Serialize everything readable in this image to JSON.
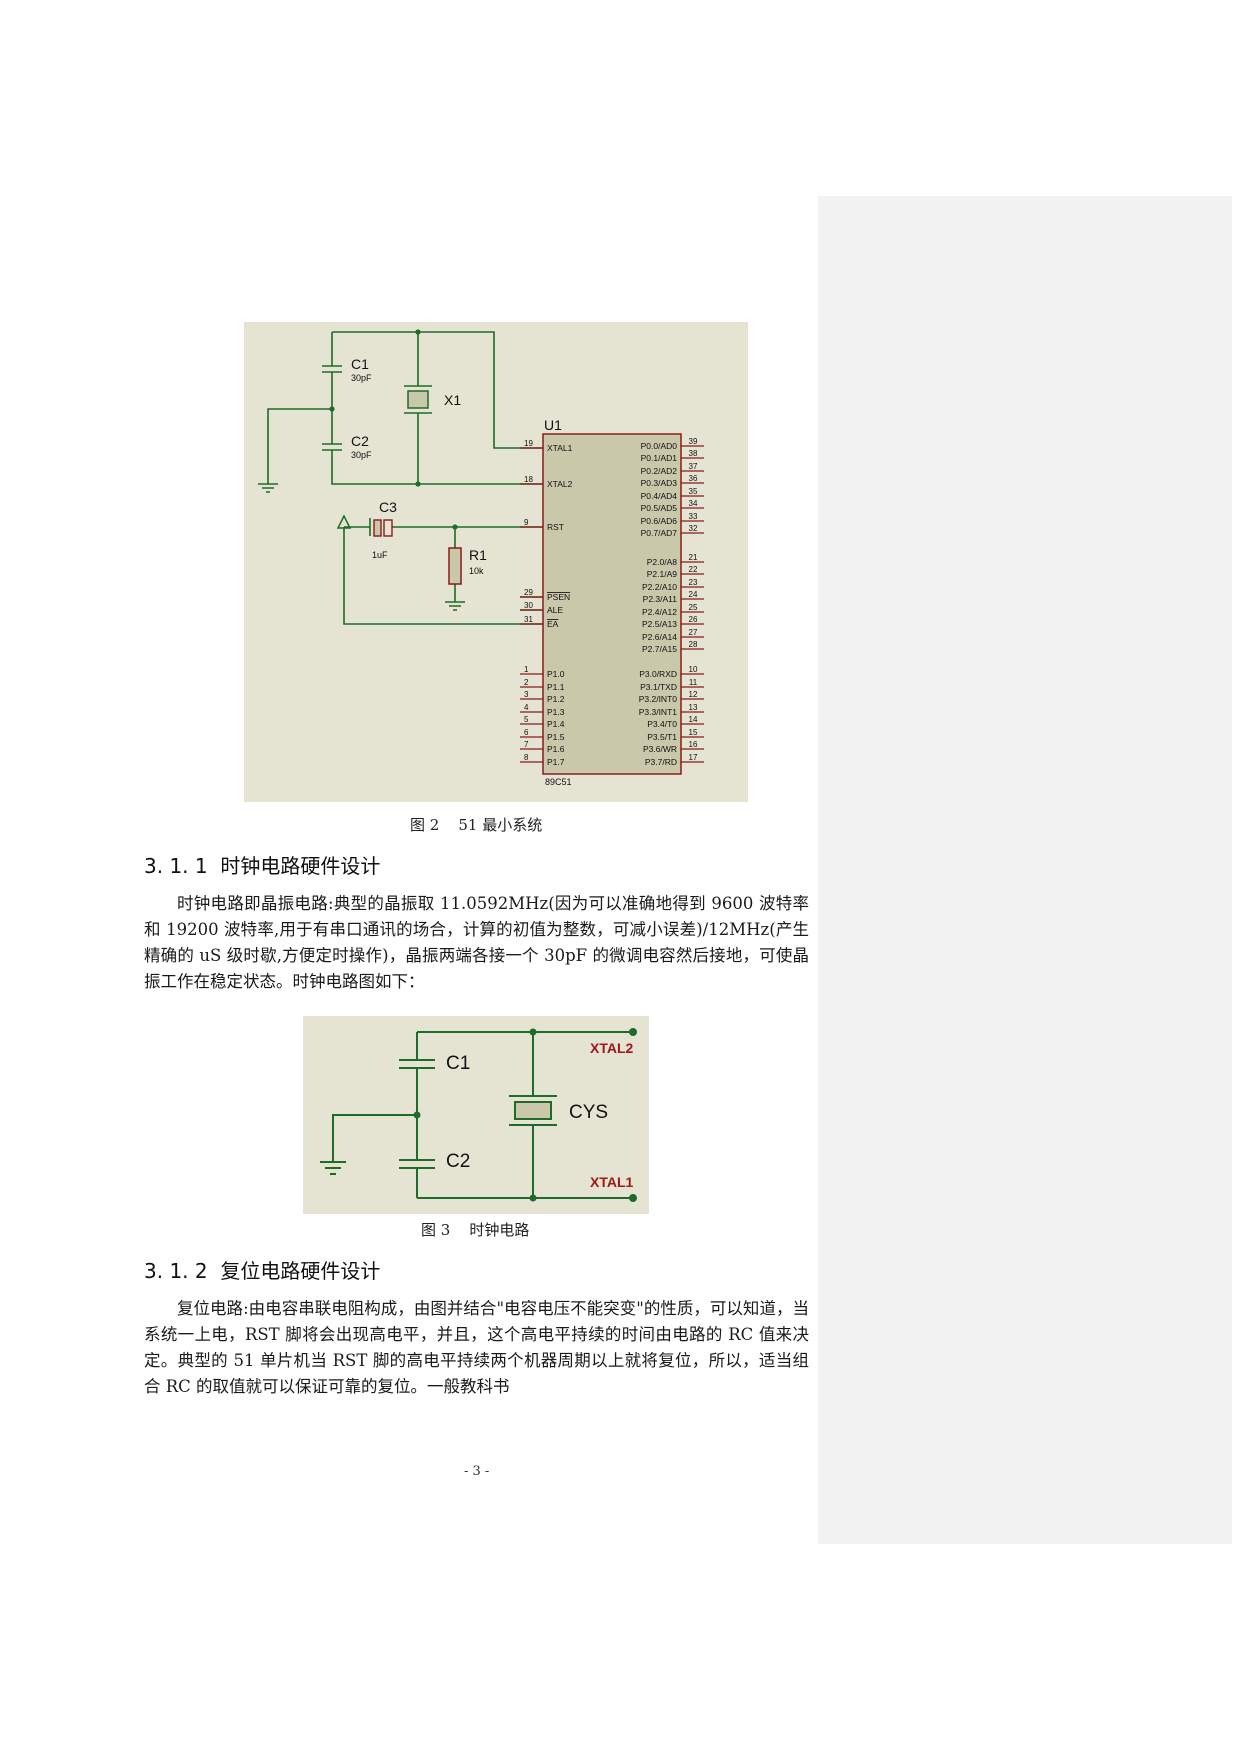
{
  "figure2": {
    "caption": "图 2    51 最小系统",
    "labels": {
      "c1": "C1",
      "c1_val": "30pF",
      "c2": "C2",
      "c2_val": "30pF",
      "x1": "X1",
      "u1": "U1",
      "c3": "C3",
      "c3_val": "1uF",
      "r1": "R1",
      "r1_val": "10k",
      "chip": "89C51"
    },
    "left_pins": [
      {
        "num": "19",
        "name": "XTAL1"
      },
      {
        "num": "18",
        "name": "XTAL2"
      },
      {
        "num": "9",
        "name": "RST"
      },
      {
        "num": "29",
        "name": "PSEN"
      },
      {
        "num": "30",
        "name": "ALE"
      },
      {
        "num": "31",
        "name": "EA"
      },
      {
        "num": "1",
        "name": "P1.0"
      },
      {
        "num": "2",
        "name": "P1.1"
      },
      {
        "num": "3",
        "name": "P1.2"
      },
      {
        "num": "4",
        "name": "P1.3"
      },
      {
        "num": "5",
        "name": "P1.4"
      },
      {
        "num": "6",
        "name": "P1.5"
      },
      {
        "num": "7",
        "name": "P1.6"
      },
      {
        "num": "8",
        "name": "P1.7"
      }
    ],
    "right_pins": [
      {
        "num": "39",
        "name": "P0.0/AD0"
      },
      {
        "num": "38",
        "name": "P0.1/AD1"
      },
      {
        "num": "37",
        "name": "P0.2/AD2"
      },
      {
        "num": "36",
        "name": "P0.3/AD3"
      },
      {
        "num": "35",
        "name": "P0.4/AD4"
      },
      {
        "num": "34",
        "name": "P0.5/AD5"
      },
      {
        "num": "33",
        "name": "P0.6/AD6"
      },
      {
        "num": "32",
        "name": "P0.7/AD7"
      },
      {
        "num": "21",
        "name": "P2.0/A8"
      },
      {
        "num": "22",
        "name": "P2.1/A9"
      },
      {
        "num": "23",
        "name": "P2.2/A10"
      },
      {
        "num": "24",
        "name": "P2.3/A11"
      },
      {
        "num": "25",
        "name": "P2.4/A12"
      },
      {
        "num": "26",
        "name": "P2.5/A13"
      },
      {
        "num": "27",
        "name": "P2.6/A14"
      },
      {
        "num": "28",
        "name": "P2.7/A15"
      },
      {
        "num": "10",
        "name": "P3.0/RXD"
      },
      {
        "num": "11",
        "name": "P3.1/TXD"
      },
      {
        "num": "12",
        "name": "P3.2/INT0"
      },
      {
        "num": "13",
        "name": "P3.3/INT1"
      },
      {
        "num": "14",
        "name": "P3.4/T0"
      },
      {
        "num": "15",
        "name": "P3.5/T1"
      },
      {
        "num": "16",
        "name": "P3.6/WR"
      },
      {
        "num": "17",
        "name": "P3.7/RD"
      }
    ]
  },
  "section_311": {
    "heading": "3. 1. 1  时钟电路硬件设计",
    "paragraph": "时钟电路即晶振电路:典型的晶振取 11.0592MHz(因为可以准确地得到 9600 波特率和 19200 波特率,用于有串口通讯的场合，计算的初值为整数，可减小误差)/12MHz(产生精确的 uS 级时歇,方便定时操作)，晶振两端各接一个 30pF 的微调电容然后接地，可使晶振工作在稳定状态。时钟电路图如下："
  },
  "figure3": {
    "caption": "图 3    时钟电路",
    "labels": {
      "c1": "C1",
      "c2": "C2",
      "cys": "CYS",
      "xtal2": "XTAL2",
      "xtal1": "XTAL1"
    },
    "net_label_color": "#a01818"
  },
  "section_312": {
    "heading": "3. 1. 2  复位电路硬件设计",
    "paragraph": "复位电路:由电容串联电阻构成，由图并结合\"电容电压不能突变\"的性质，可以知道，当系统一上电，RST 脚将会出现高电平，并且，这个高电平持续的时间由电路的 RC 值来决定。典型的 51 单片机当 RST 脚的高电平持续两个机器周期以上就将复位，所以，适当组合 RC 的取值就可以保证可靠的复位。一般教科书"
  },
  "page_number": "- 3 -",
  "colors": {
    "wire": "#1e6b2a",
    "chip_fill": "#c9c8ab",
    "chip_border": "#8b1a1a",
    "figure_bg": "#e5e4d3"
  }
}
